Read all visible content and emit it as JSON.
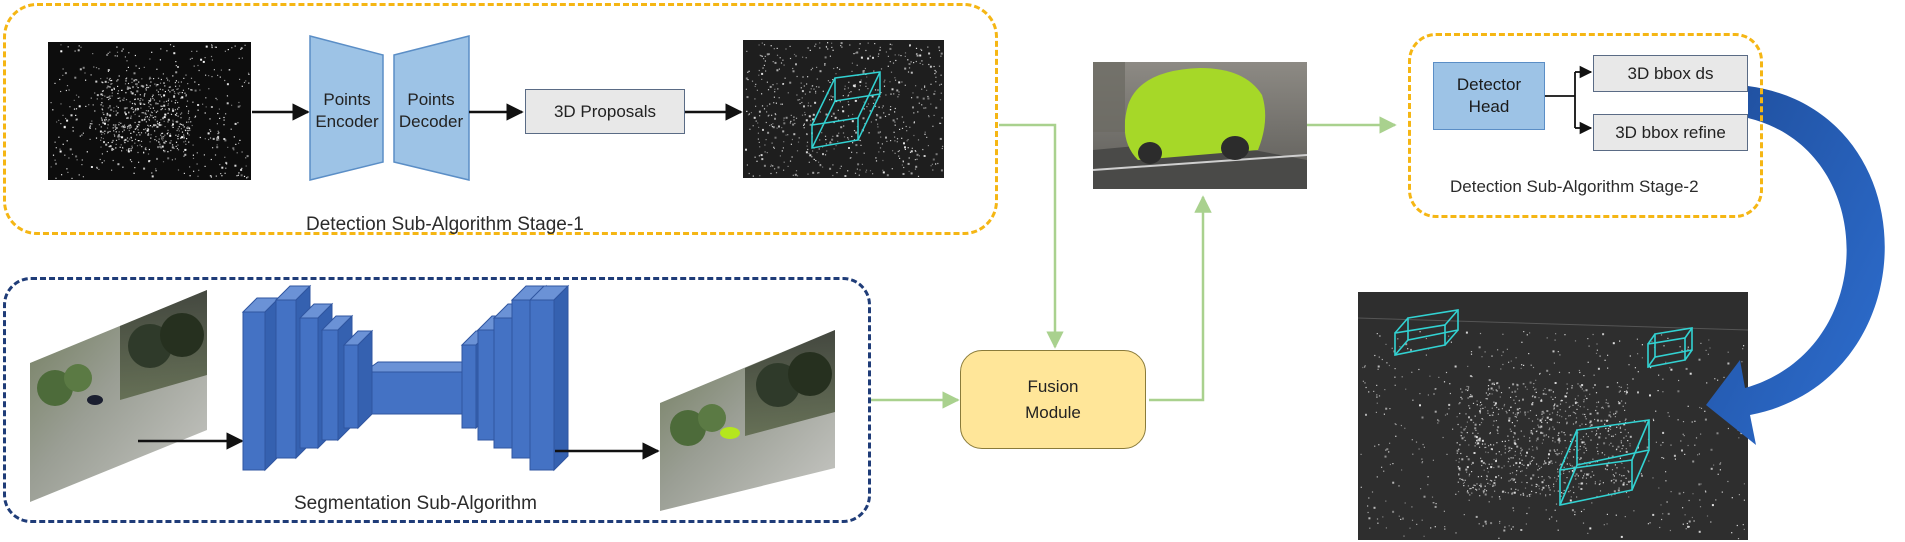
{
  "labels": {
    "stage1": "Detection Sub-Algorithm Stage-1",
    "stage2": "Detection Sub-Algorithm Stage-2",
    "seg": "Segmentation Sub-Algorithm"
  },
  "blocks": {
    "points_encoder": [
      "Points",
      "Encoder"
    ],
    "points_decoder": [
      "Points",
      "Decoder"
    ],
    "proposals": "3D Proposals",
    "fusion": [
      "Fusion",
      "Module"
    ],
    "detector_head": [
      "Detector",
      "Head"
    ],
    "bbox_ds": "3D bbox ds",
    "bbox_refine": "3D bbox refine"
  },
  "colors": {
    "stage_border": "#f5b614",
    "seg_border": "#1f3c78",
    "green_arrow": "#a9d18e",
    "cnn_blue": "#4472c4",
    "box_cyan": "#32d2d2"
  },
  "icons": [
    "point-cloud-image",
    "bbox-image",
    "road-image",
    "segmented-road-image",
    "fused-car-image",
    "result-point-cloud-image",
    "encoder-decoder-network-icon",
    "curved-arrow-icon"
  ]
}
